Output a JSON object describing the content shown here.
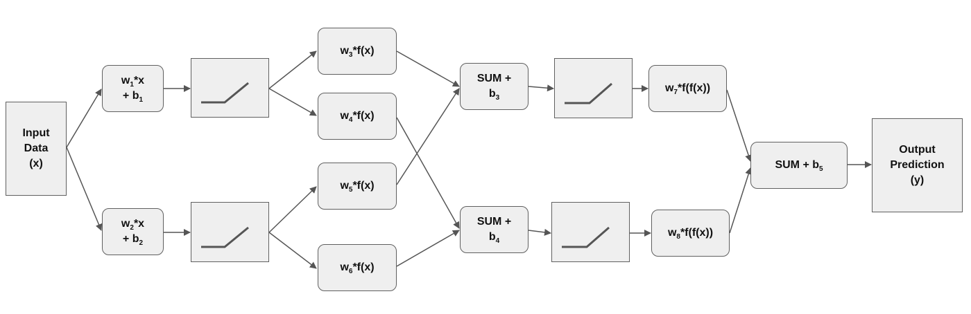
{
  "diagram": {
    "input": {
      "lines": [
        "Input",
        "Data",
        "(x)"
      ]
    },
    "lin1": {
      "w": "w",
      "wsub": "1",
      "after_w": "*x",
      "b_prefix": "+ b",
      "bsub": "1"
    },
    "lin2": {
      "w": "w",
      "wsub": "2",
      "after_w": "*x",
      "b_prefix": "+ b",
      "bsub": "2"
    },
    "w3": {
      "w": "w",
      "sub": "3",
      "rest": "*f(x)"
    },
    "w4": {
      "w": "w",
      "sub": "4",
      "rest": "*f(x)"
    },
    "w5": {
      "w": "w",
      "sub": "5",
      "rest": "*f(x)"
    },
    "w6": {
      "w": "w",
      "sub": "6",
      "rest": "*f(x)"
    },
    "sum3": {
      "top": "SUM +",
      "b": "b",
      "sub": "3"
    },
    "sum4": {
      "top": "SUM +",
      "b": "b",
      "sub": "4"
    },
    "w7": {
      "w": "w",
      "sub": "7",
      "rest": "*f(f(x))"
    },
    "w8": {
      "w": "w",
      "sub": "8",
      "rest": "*f(f(x))"
    },
    "sum5": {
      "text": "SUM + b",
      "sub": "5"
    },
    "output": {
      "lines": [
        "Output",
        "Prediction",
        "(y)"
      ]
    },
    "relu_boxes": [
      "relu-1",
      "relu-2",
      "relu-3",
      "relu-4"
    ],
    "colors": {
      "box_fill": "#efefef",
      "box_stroke": "#5f5f5f",
      "arrow": "#555555",
      "relu_line": "#555555"
    }
  }
}
